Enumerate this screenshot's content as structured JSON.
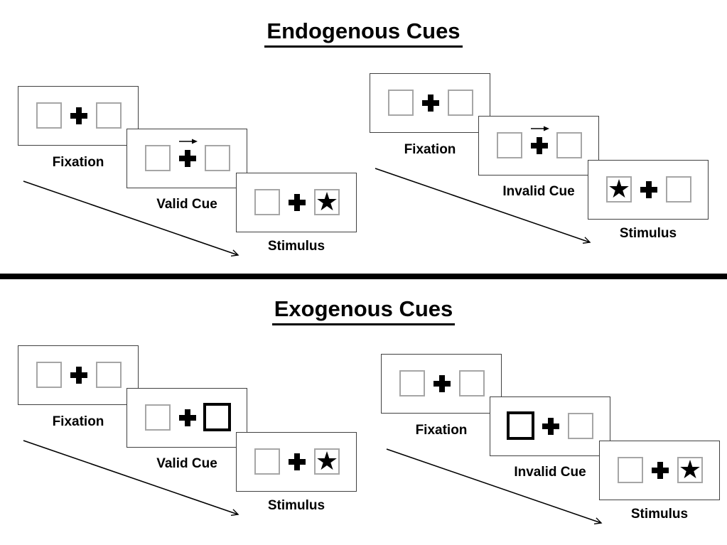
{
  "icons": {
    "star": "★",
    "fixation_cross": "plus-shape",
    "cue_arrow": "right-arrow",
    "timeline_arrow": "diagonal-down-right-arrow"
  },
  "colors": {
    "background": "#ffffff",
    "ink": "#000000",
    "card_border": "#404040",
    "placeholder_box_border": "#a6a6a6",
    "cue_box_border": "#000000"
  },
  "sections": [
    {
      "title": "Endogenous Cues",
      "panels": [
        {
          "trial": "valid",
          "cue_style": "central right-pointing arrow above fixation cross",
          "cue_arrow_direction": "right",
          "stimulus_star_side": "right",
          "cards": [
            {
              "label": "Fixation"
            },
            {
              "label": "Valid Cue"
            },
            {
              "label": "Stimulus"
            }
          ]
        },
        {
          "trial": "invalid",
          "cue_style": "central right-pointing arrow above fixation cross",
          "cue_arrow_direction": "right",
          "stimulus_star_side": "left",
          "cards": [
            {
              "label": "Fixation"
            },
            {
              "label": "Invalid Cue"
            },
            {
              "label": "Stimulus"
            }
          ]
        }
      ]
    },
    {
      "title": "Exogenous Cues",
      "panels": [
        {
          "trial": "valid",
          "cue_style": "thick black outline on peripheral box",
          "cue_box_side": "right",
          "stimulus_star_side": "right",
          "cards": [
            {
              "label": "Fixation"
            },
            {
              "label": "Valid Cue"
            },
            {
              "label": "Stimulus"
            }
          ]
        },
        {
          "trial": "invalid",
          "cue_style": "thick black outline on peripheral box",
          "cue_box_side": "left",
          "stimulus_star_side": "right",
          "cards": [
            {
              "label": "Fixation"
            },
            {
              "label": "Invalid Cue"
            },
            {
              "label": "Stimulus"
            }
          ]
        }
      ]
    }
  ]
}
